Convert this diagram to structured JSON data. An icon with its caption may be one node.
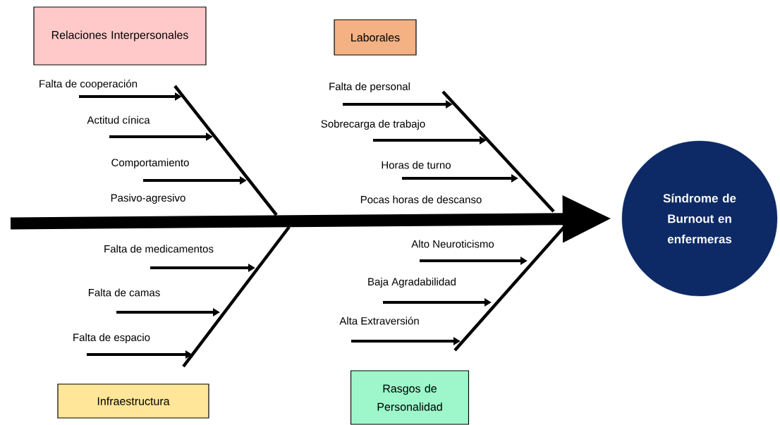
{
  "diagram": {
    "nodes": [
      {
        "text": [
          "Relaciones Interpersonales"
        ]
      },
      {
        "text": [
          "Laborales"
        ]
      },
      {
        "text": [
          "Falta de cooperación"
        ]
      },
      {
        "text": [
          "Falta de personal"
        ]
      },
      {
        "text": [
          "Actitud cínica"
        ]
      },
      {
        "text": [
          "Sobrecarga de trabajo"
        ]
      },
      {
        "text": [
          "Comportamiento"
        ]
      },
      {
        "text": [
          "Horas de turno"
        ]
      },
      {
        "text": [
          "Síndrome de Burnout en enfermeras"
        ]
      },
      {
        "text": [
          "Alto Neuroticismo"
        ]
      },
      {
        "text": [
          "Falta de medicamentos"
        ]
      },
      {
        "text": [
          "Baja Agradabilidad"
        ]
      },
      {
        "text": [
          "Falta de camas"
        ]
      },
      {
        "text": [
          "Alta Extraversión"
        ]
      },
      {
        "text": [
          "Falta de espacio"
        ]
      },
      {
        "text": [
          "Infraestructura"
        ]
      },
      {
        "text": [
          "Rasgos de Personalidad"
        ]
      }
    ],
    "edges": [
      {
        "from": 2,
        "to": null,
        "arrow": "to"
      },
      {
        "from": 4,
        "to": null,
        "arrow": "to"
      },
      {
        "from": 6,
        "to": null,
        "arrow": "to"
      },
      {
        "from": 3,
        "to": null,
        "arrow": "to"
      },
      {
        "from": 5,
        "to": null,
        "arrow": "to"
      },
      {
        "from": 7,
        "to": null,
        "arrow": "to"
      },
      {
        "from": 10,
        "to": null,
        "arrow": "to"
      },
      {
        "from": 12,
        "to": null,
        "arrow": "to"
      },
      {
        "from": 14,
        "to": null,
        "arrow": "to"
      },
      {
        "from": 9,
        "to": null,
        "arrow": "to"
      },
      {
        "from": 11,
        "to": null,
        "arrow": "to"
      },
      {
        "from": 13,
        "to": null,
        "arrow": "to"
      },
      {
        "from": null,
        "to": 8,
        "arrow": "to",
        "style": "thick"
      }
    ],
    "labels": [
      "Pasivo-agresivo",
      "Pocas horas de descanso"
    ]
  }
}
